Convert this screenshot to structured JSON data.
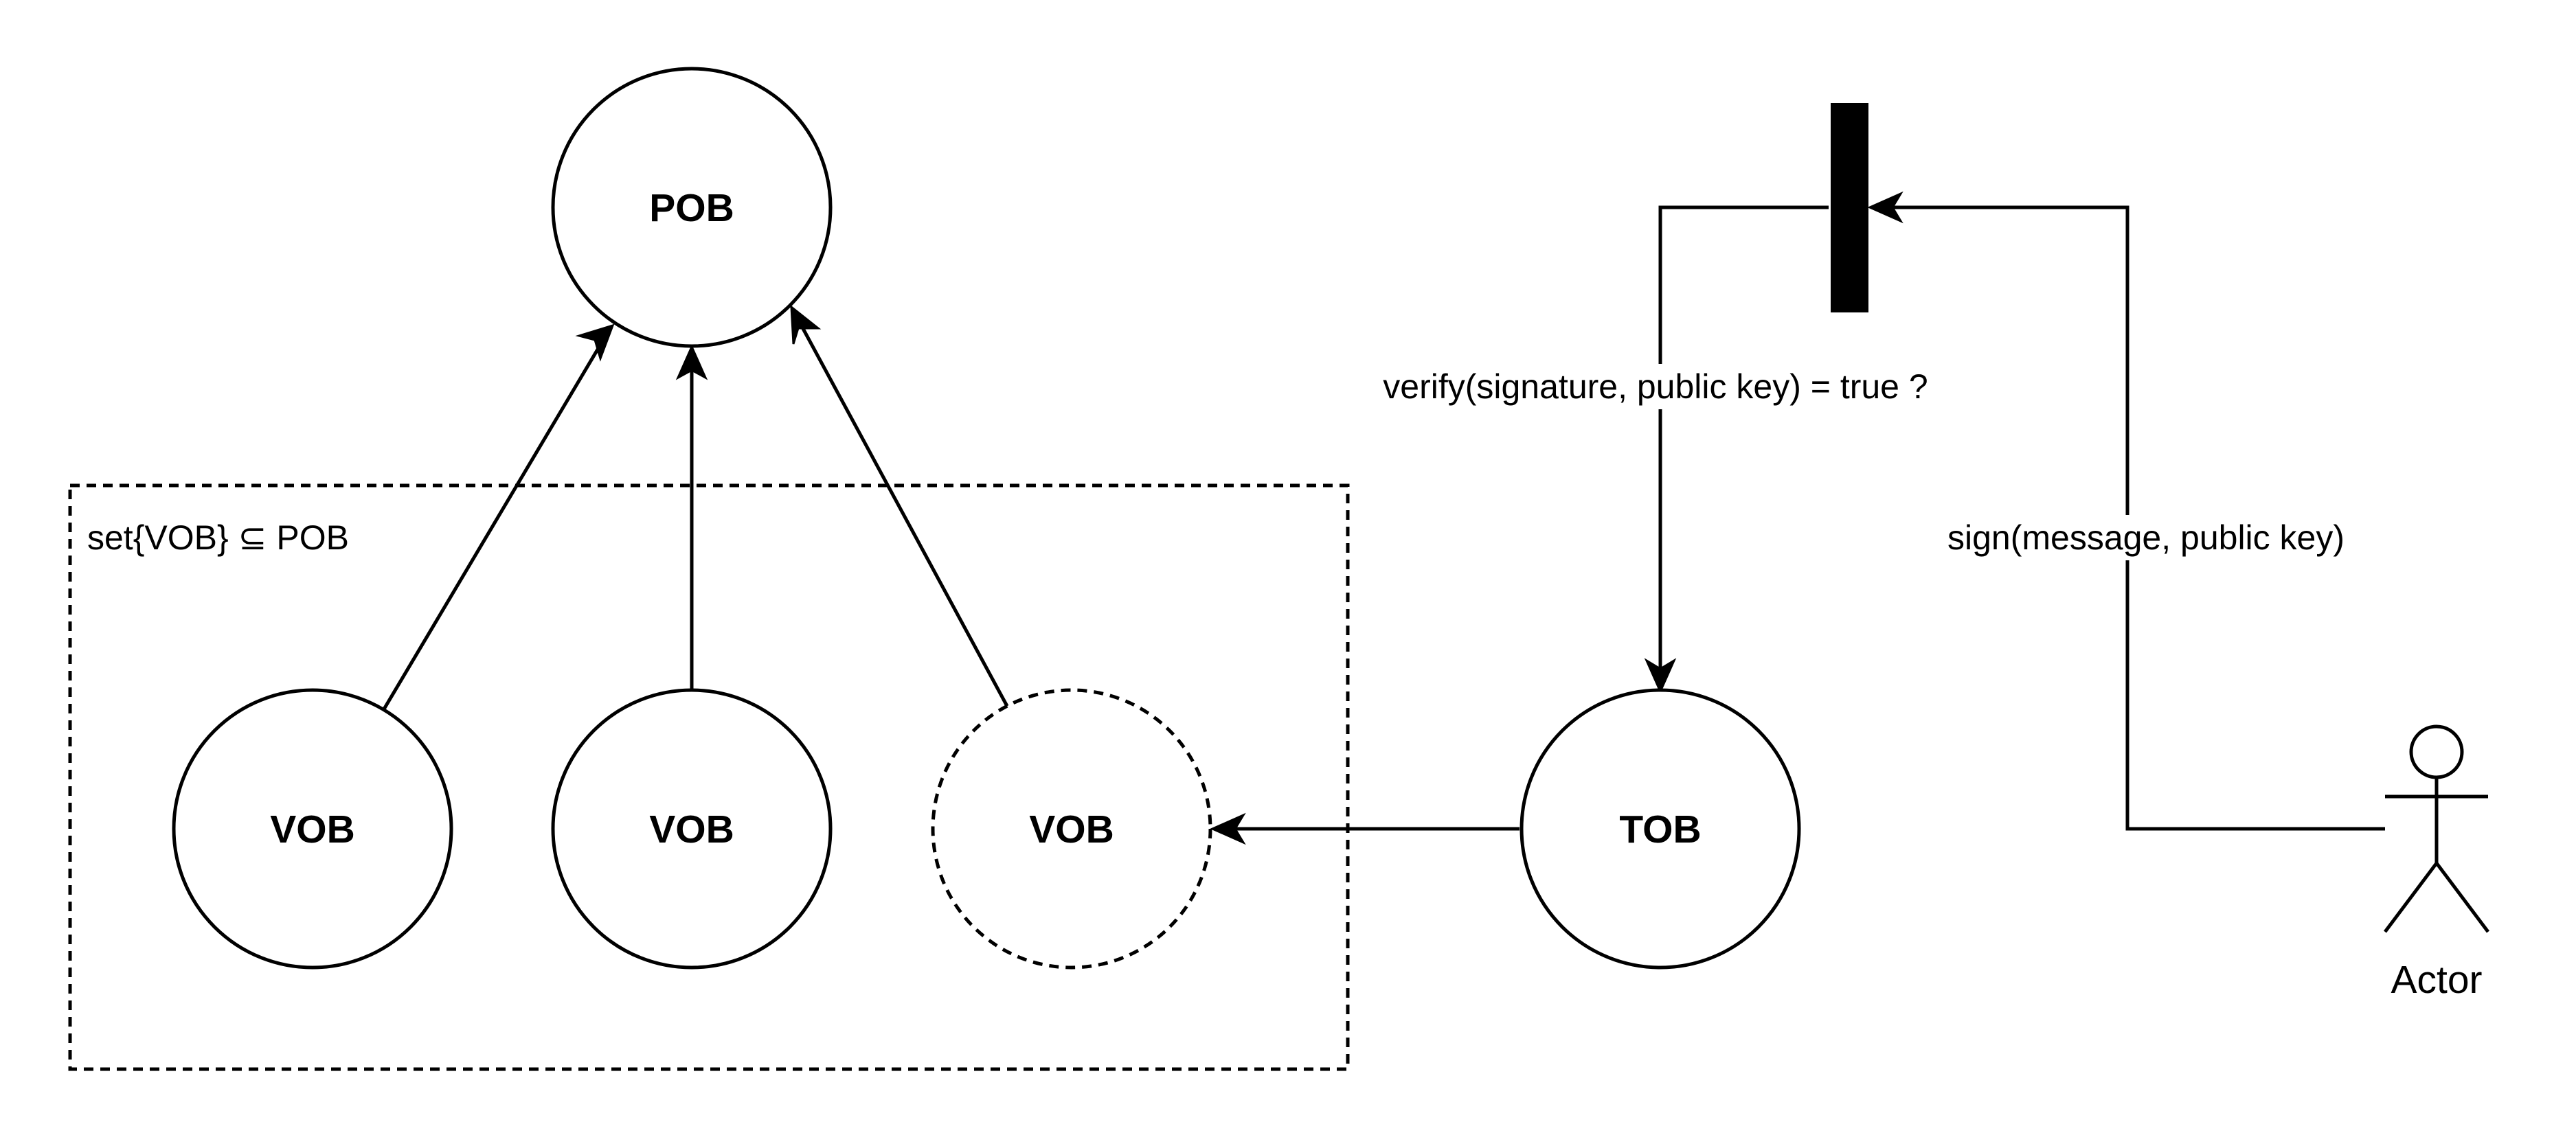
{
  "nodes": {
    "pob": {
      "label": "POB"
    },
    "vob_1": {
      "label": "VOB"
    },
    "vob_2": {
      "label": "VOB"
    },
    "vob_3": {
      "label": "VOB",
      "style": "dashed"
    },
    "tob": {
      "label": "TOB"
    },
    "bar": {
      "label": ""
    }
  },
  "group": {
    "label": "set{VOB} ⊆ POB",
    "style": "dashed"
  },
  "actor": {
    "label": "Actor"
  },
  "edges": [
    {
      "from": "vob_1",
      "to": "pob",
      "label": ""
    },
    {
      "from": "vob_2",
      "to": "pob",
      "label": ""
    },
    {
      "from": "vob_3",
      "to": "pob",
      "label": ""
    },
    {
      "from": "tob",
      "to": "vob_3",
      "label": ""
    },
    {
      "from": "actor",
      "to": "bar",
      "label": "sign(message, public key)"
    },
    {
      "from": "bar",
      "to": "tob",
      "label": "verify(signature, public key) = true ?"
    }
  ],
  "colors": {
    "stroke": "#000000",
    "background": "#ffffff",
    "bar_fill": "#000000"
  }
}
